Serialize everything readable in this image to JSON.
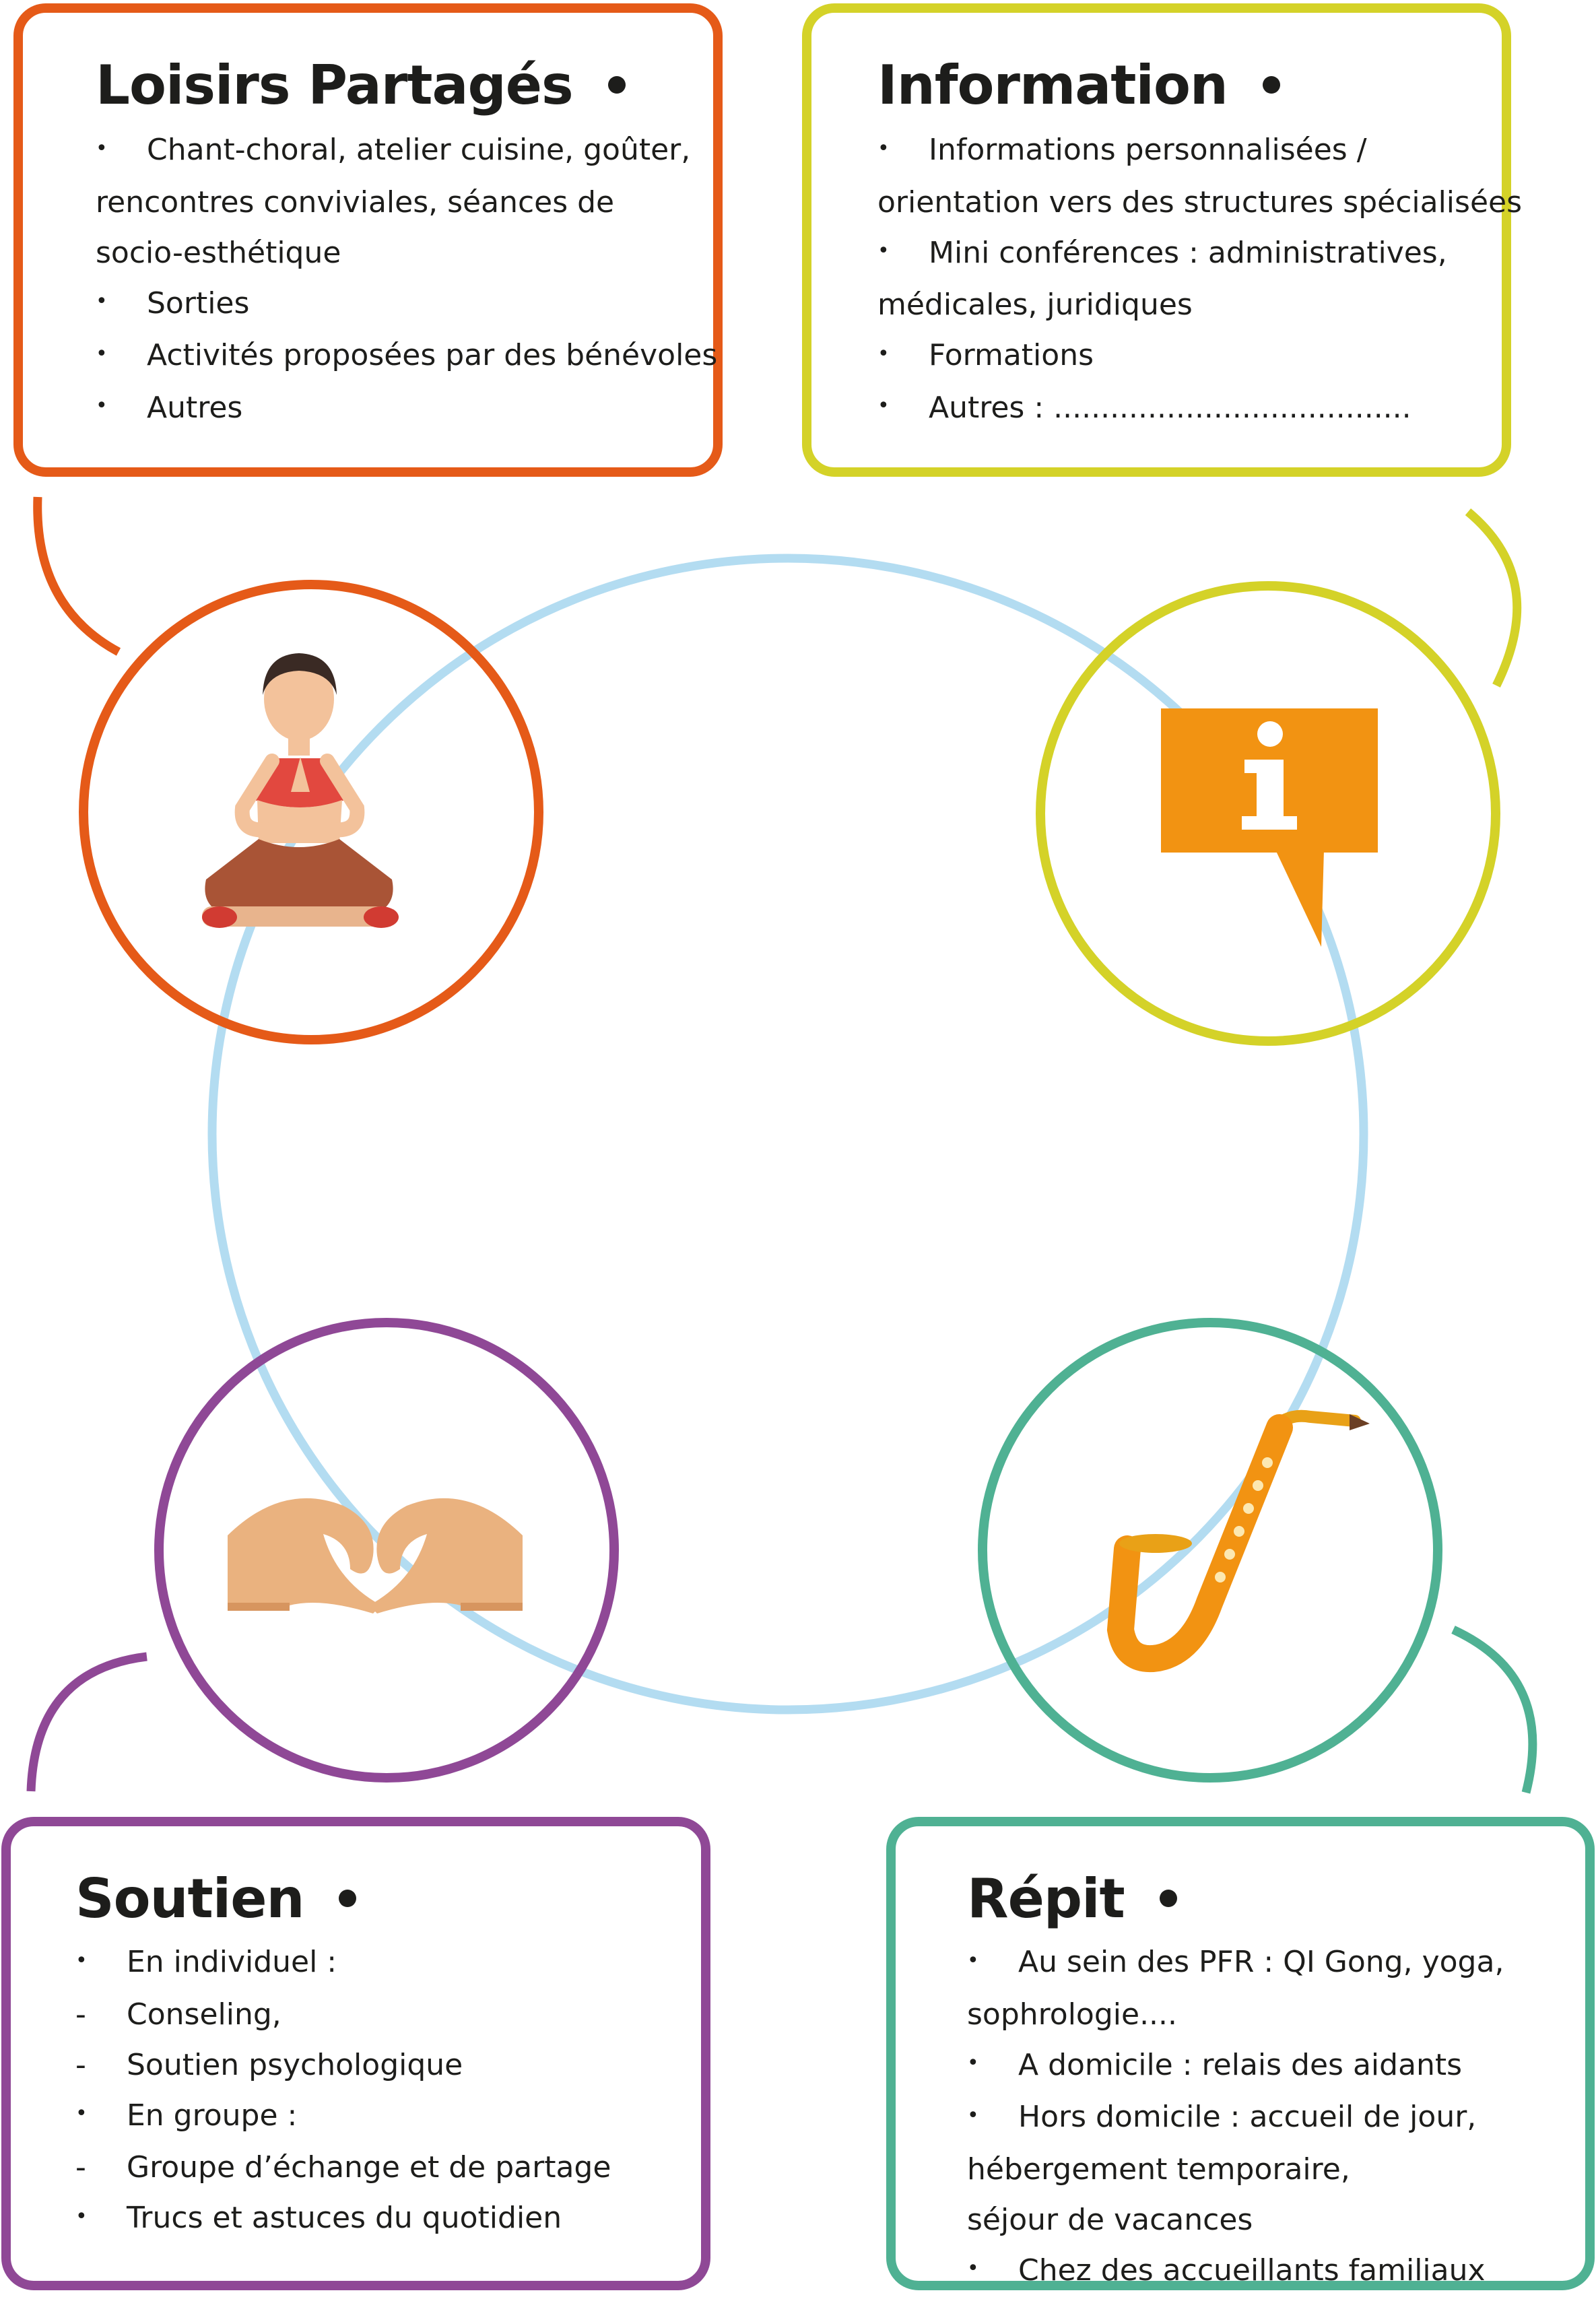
{
  "colors": {
    "loisirs": "#e55a18",
    "information": "#d4d228",
    "soutien": "#8f4896",
    "repit": "#4fb193",
    "ring": "#b3dcf1",
    "info_icon": "#f29312"
  },
  "icons": {
    "loisirs": "meditating-woman-icon",
    "information": "info-speech-bubble-icon",
    "soutien": "heart-hands-icon",
    "repit": "saxophone-icon"
  },
  "loisirs": {
    "title": "Loisirs Partagés",
    "items": [
      {
        "marker": "•",
        "lines": [
          "Chant-choral, atelier cuisine, goûter,",
          "rencontres conviviales, séances de",
          "socio-esthétique"
        ]
      },
      {
        "marker": "•",
        "lines": [
          "Sorties"
        ]
      },
      {
        "marker": "•",
        "lines": [
          "Activités proposées par des bénévoles"
        ]
      },
      {
        "marker": "•",
        "lines": [
          "Autres"
        ]
      }
    ]
  },
  "information": {
    "title": "Information",
    "items": [
      {
        "marker": "•",
        "lines": [
          "Informations personnalisées /",
          "orientation vers des structures spécialisées"
        ]
      },
      {
        "marker": "•",
        "lines": [
          "Mini conférences : administratives,",
          "médicales, juridiques"
        ]
      },
      {
        "marker": "•",
        "lines": [
          "Formations"
        ]
      },
      {
        "marker": "•",
        "lines": [
          "Autres : ......................................"
        ]
      }
    ]
  },
  "soutien": {
    "title": "Soutien",
    "items": [
      {
        "marker": "•",
        "lines": [
          "En individuel :"
        ]
      },
      {
        "marker": "-",
        "lines": [
          "Conseling,"
        ]
      },
      {
        "marker": "-",
        "lines": [
          "Soutien psychologique"
        ]
      },
      {
        "marker": "•",
        "lines": [
          "En groupe :"
        ]
      },
      {
        "marker": "-",
        "lines": [
          "Groupe d’échange et de partage"
        ]
      },
      {
        "marker": "•",
        "lines": [
          "Trucs et astuces du quotidien"
        ]
      }
    ]
  },
  "repit": {
    "title": "Répit",
    "items": [
      {
        "marker": "•",
        "lines": [
          "Au sein des PFR : QI Gong, yoga,",
          "sophrologie...."
        ]
      },
      {
        "marker": "•",
        "lines": [
          "A domicile : relais des aidants"
        ]
      },
      {
        "marker": "•",
        "lines": [
          "Hors domicile : accueil de jour,",
          "hébergement temporaire,",
          "séjour de vacances"
        ]
      },
      {
        "marker": "•",
        "lines": [
          "Chez des accueillants familiaux"
        ]
      }
    ]
  }
}
